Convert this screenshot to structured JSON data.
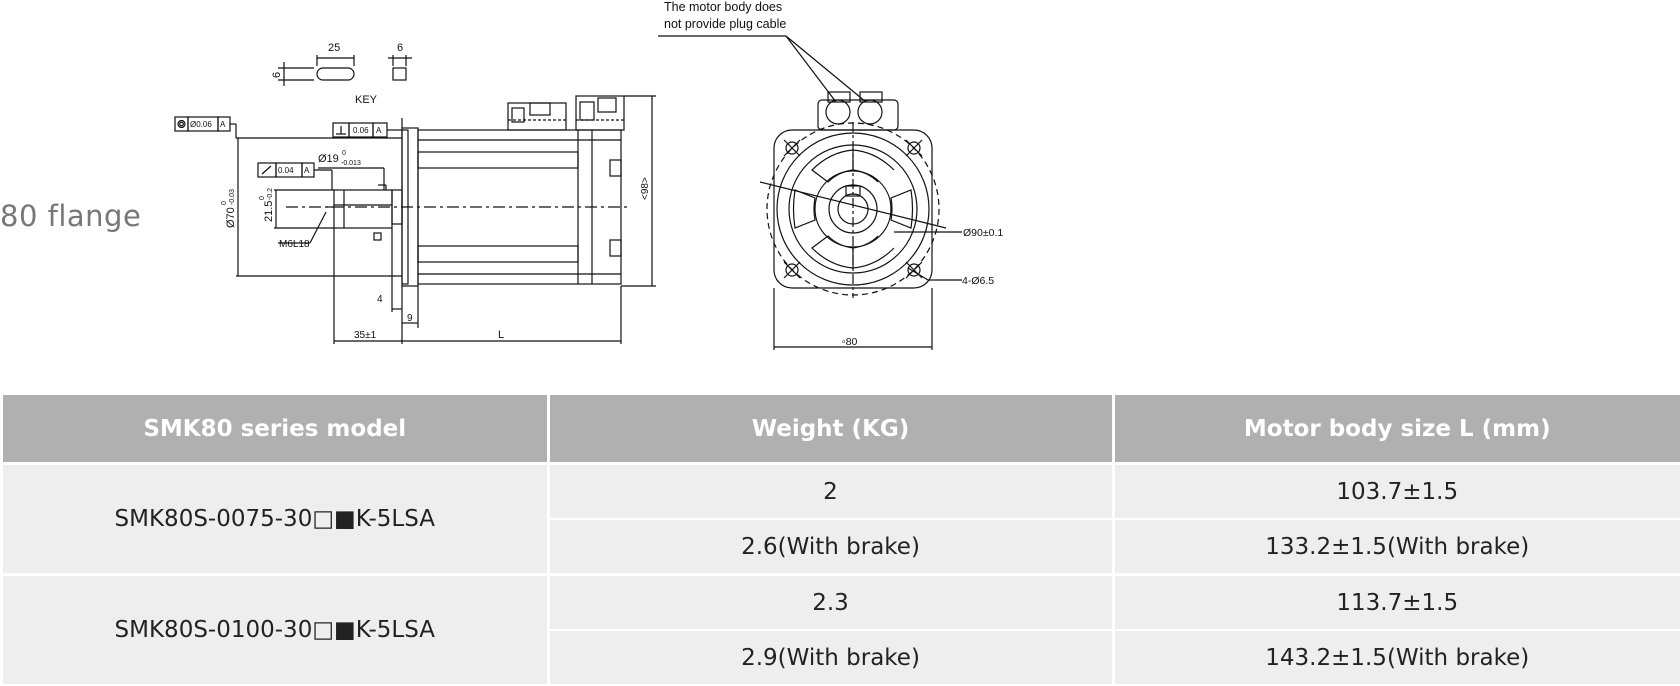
{
  "flange_label": "80 flange",
  "drawing": {
    "note_line1": "The motor body does",
    "note_line2": "not provide plug cable",
    "key_label": "KEY",
    "key_length": "25",
    "key_width": "6",
    "key_height": "6",
    "concentricity_value": "Ø0.06",
    "concentricity_datum": "A",
    "perpendicularity_value": "0.06",
    "perpendicularity_datum": "A",
    "runout_value": "0.04",
    "runout_datum": "A",
    "shaft_dia": "Ø19",
    "shaft_tol_upper": "0",
    "shaft_tol_lower": "-0.013",
    "spigot_dia": "Ø70",
    "spigot_tol_upper": "0",
    "spigot_tol_lower": "-0.03",
    "key_depth": "21.5",
    "key_depth_tol_upper": "0",
    "key_depth_tol_lower": "-0.2",
    "thread": "M6L18",
    "dim_4": "4",
    "dim_9": "9",
    "dim_shaft_length": "35±1",
    "dim_body": "L",
    "dim_height": "<98>",
    "pcd": "Ø90±0.1",
    "holes": "4-Ø6.5",
    "square": "▫80"
  },
  "table": {
    "headers": [
      "SMK80 series model",
      "Weight (KG)",
      "Motor body size L (mm)"
    ],
    "groups": [
      {
        "model": "SMK80S-0075-30□■K-5LSA",
        "rows": [
          {
            "weight": "2",
            "size": "103.7±1.5"
          },
          {
            "weight": "2.6(With brake)",
            "size": "133.2±1.5(With brake)"
          }
        ]
      },
      {
        "model": "SMK80S-0100-30□■K-5LSA",
        "rows": [
          {
            "weight": "2.3",
            "size": "113.7±1.5"
          },
          {
            "weight": "2.9(With brake)",
            "size": "143.2±1.5(With brake)"
          }
        ]
      }
    ]
  }
}
